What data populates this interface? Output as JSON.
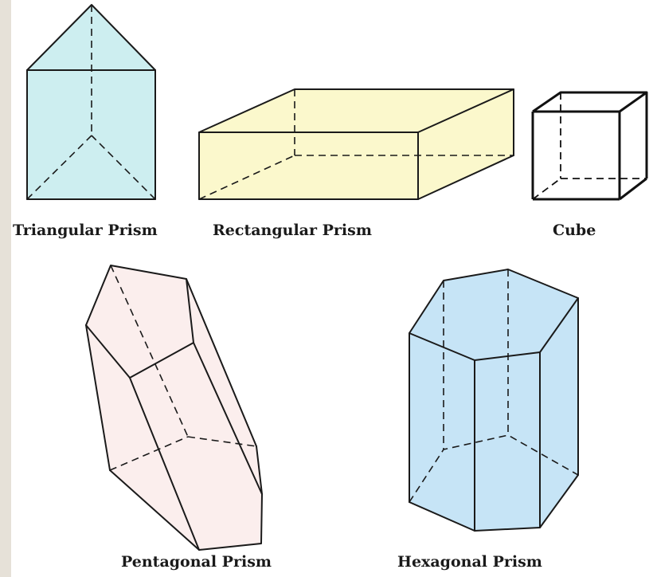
{
  "shapes": {
    "triangular": {
      "label": "Triangular Prism",
      "fill": "#cdeef0"
    },
    "rectangular": {
      "label": "Rectangular  Prism",
      "fill": "#fbf8cc"
    },
    "cube": {
      "label": "Cube",
      "fill": "#ffffff"
    },
    "pentagonal": {
      "label": "Pentagonal Prism",
      "fill": "#fbeeed"
    },
    "hexagonal": {
      "label": "Hexagonal  Prism",
      "fill": "#c6e4f6"
    }
  }
}
